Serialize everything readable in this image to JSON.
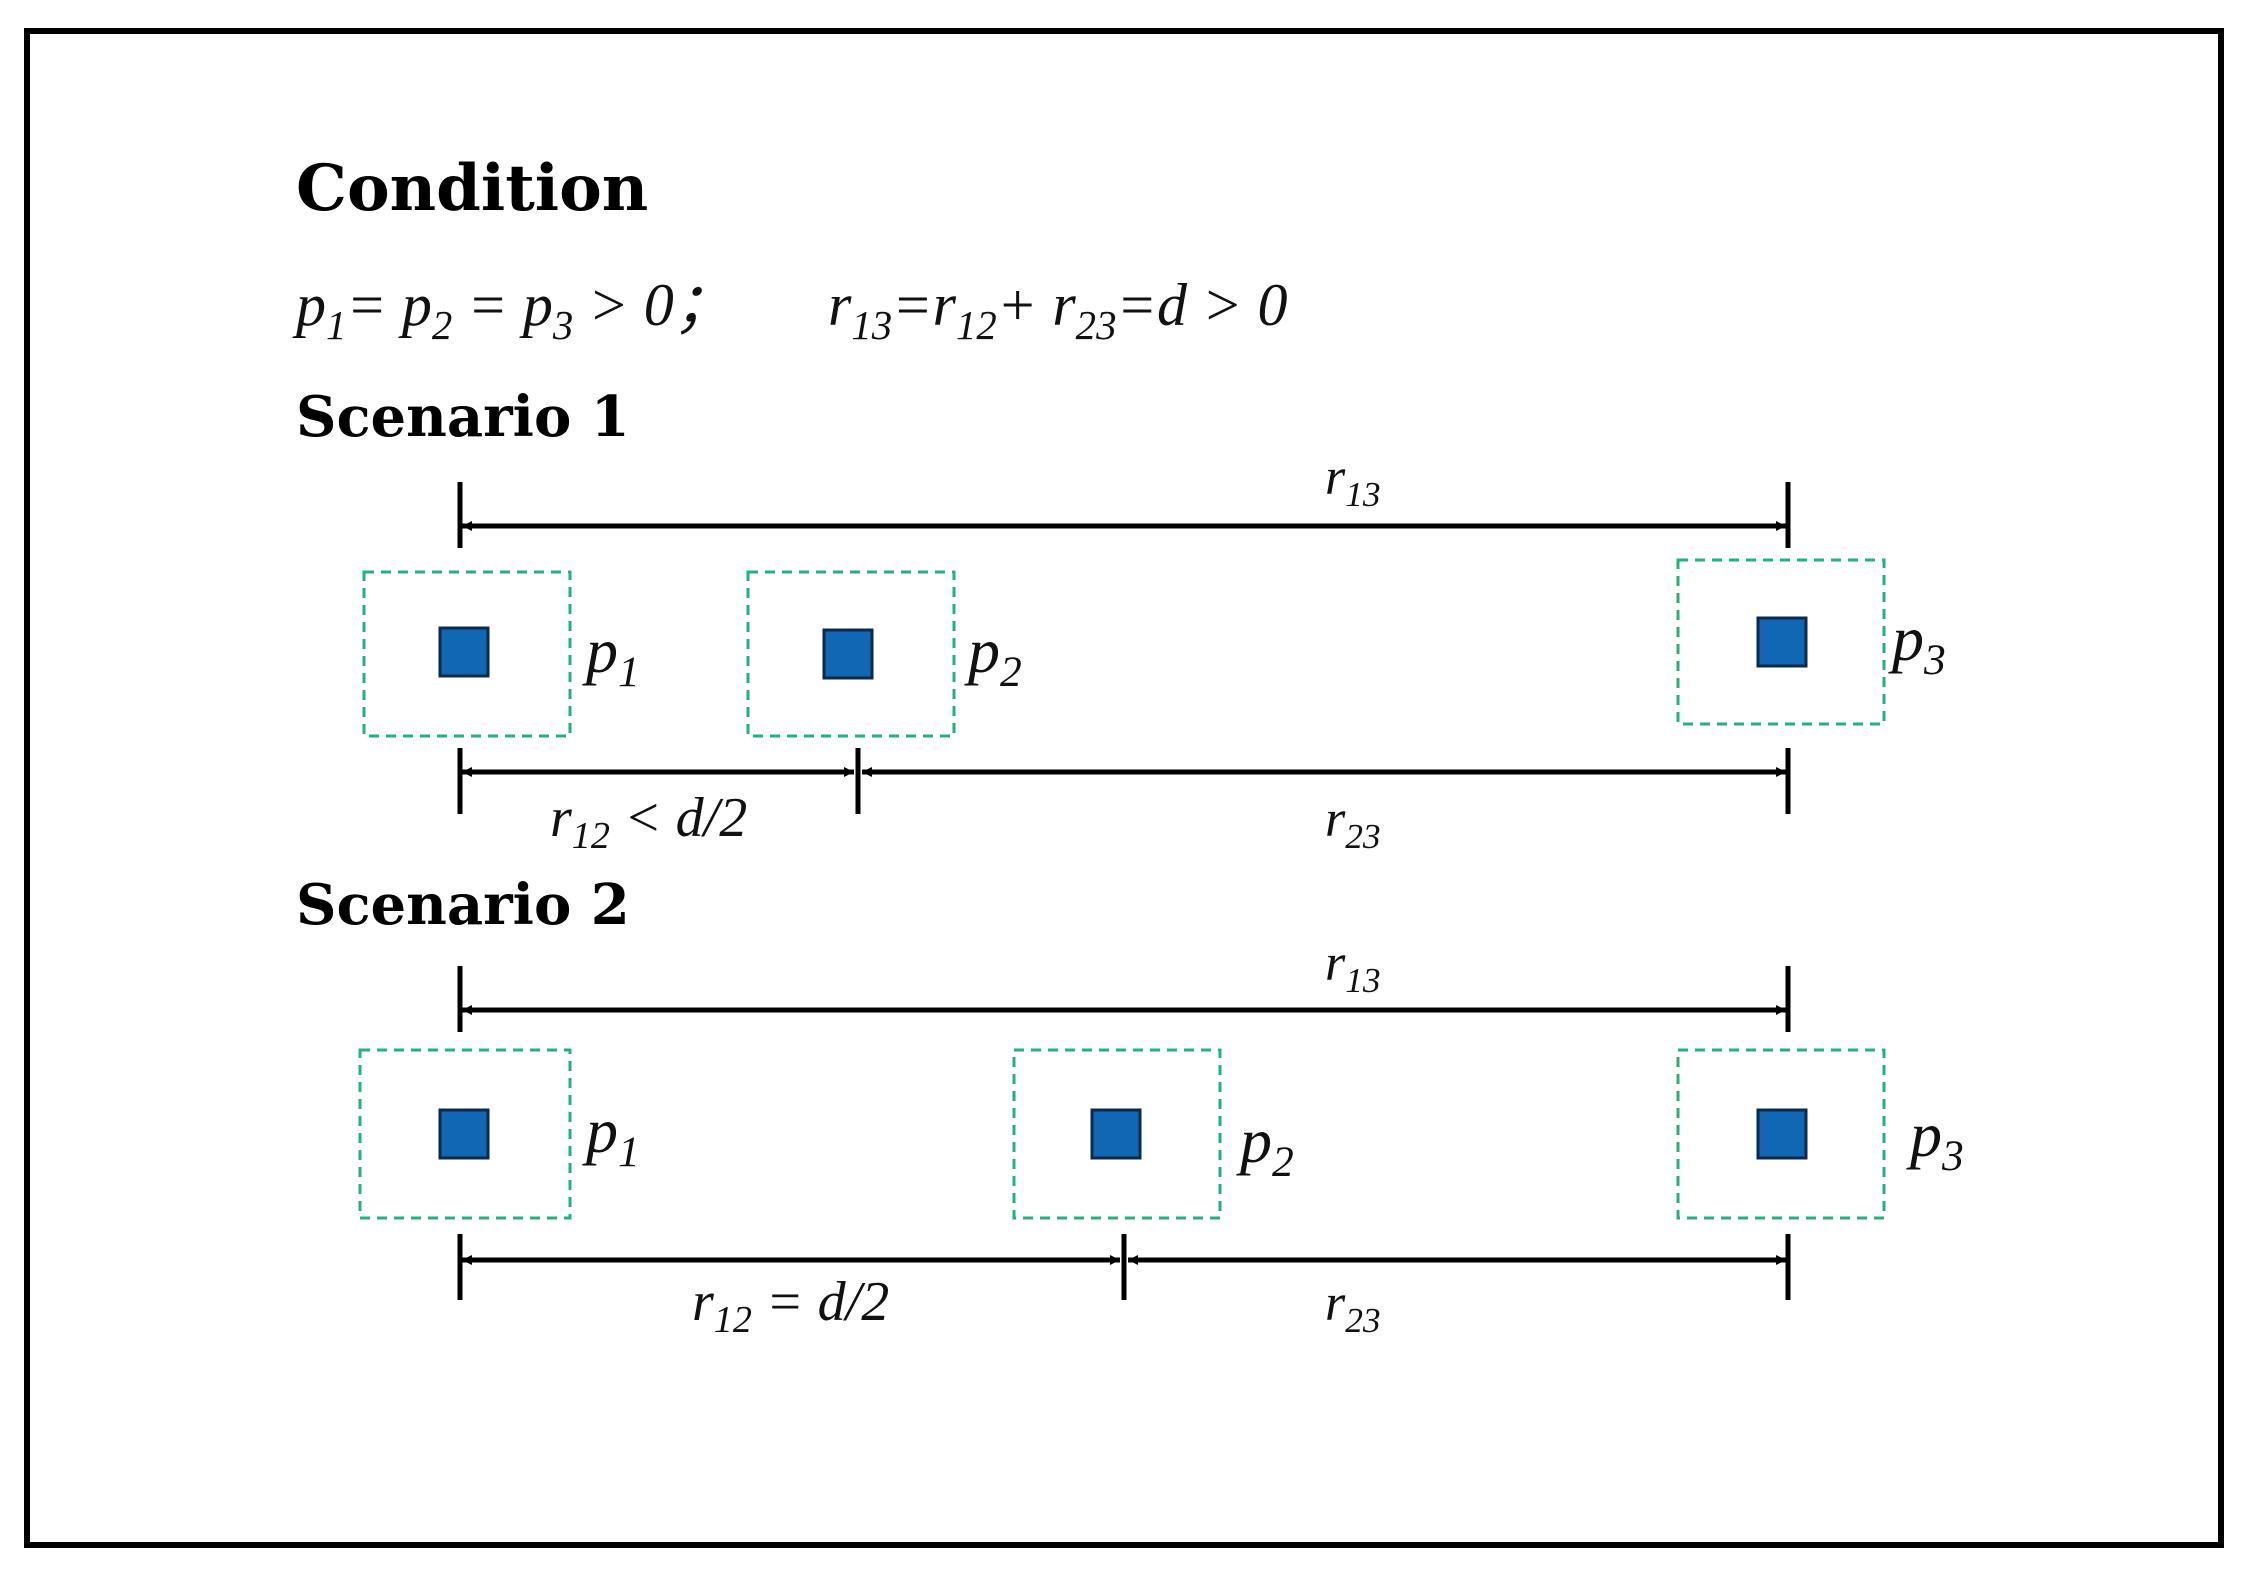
{
  "diagram": {
    "heading": "Condition",
    "condition": {
      "powers": {
        "p1": "p",
        "s1": "1",
        "eq1": "= ",
        "p2": "p",
        "s2": "2",
        "eq2": " = ",
        "p3": "p",
        "s3": "3",
        "rest": " > 0；"
      },
      "distances": {
        "r13": "r",
        "s13": "13",
        "eq1": "=",
        "r12": "r",
        "s12": "12",
        "plus": "+ ",
        "r23": "r",
        "s23": "23",
        "rest": "=d > 0"
      }
    },
    "scenarios": [
      {
        "title": "Scenario 1",
        "top_label": {
          "base": "r",
          "sub": "13",
          "rest": ""
        },
        "left_label": {
          "base": "r",
          "sub": "12",
          "rest": " < d/2"
        },
        "right_label": {
          "base": "r",
          "sub": "23",
          "rest": ""
        },
        "nodes": [
          {
            "base": "p",
            "sub": "1"
          },
          {
            "base": "p",
            "sub": "2"
          },
          {
            "base": "p",
            "sub": "3"
          }
        ]
      },
      {
        "title": "Scenario 2",
        "top_label": {
          "base": "r",
          "sub": "13",
          "rest": ""
        },
        "left_label": {
          "base": "r",
          "sub": "12",
          "rest": " = d/2"
        },
        "right_label": {
          "base": "r",
          "sub": "23",
          "rest": ""
        },
        "nodes": [
          {
            "base": "p",
            "sub": "1"
          },
          {
            "base": "p",
            "sub": "2"
          },
          {
            "base": "p",
            "sub": "3"
          }
        ]
      }
    ],
    "colors": {
      "node_fill": "#1068b4",
      "node_border": "#0d2a4a",
      "dashed_box": "#1fb57a",
      "line": "#000000"
    }
  }
}
